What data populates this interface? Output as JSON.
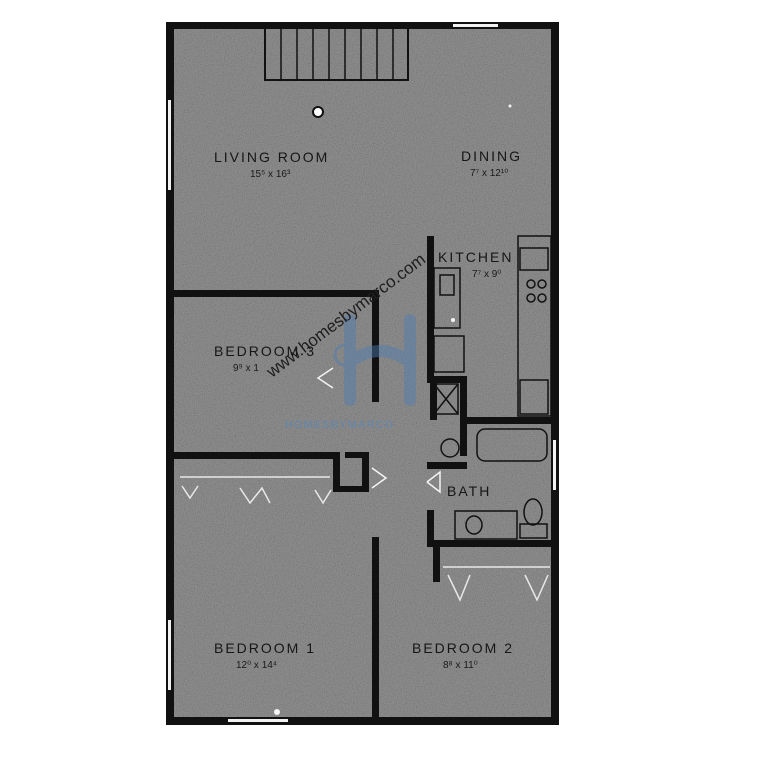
{
  "plan": {
    "rooms": [
      {
        "id": "living-room",
        "name": "LIVING ROOM",
        "dims": "15⁵ x 16³"
      },
      {
        "id": "dining",
        "name": "DINING",
        "dims": "7⁷ x 12¹⁰"
      },
      {
        "id": "kitchen",
        "name": "KITCHEN",
        "dims": "7⁷ x 9⁰"
      },
      {
        "id": "bedroom-3",
        "name": "BEDROOM 3",
        "dims": "9⁹ x 1"
      },
      {
        "id": "bath",
        "name": "BATH"
      },
      {
        "id": "bedroom-1",
        "name": "BEDROOM 1",
        "dims": "12⁰ x 14⁴"
      },
      {
        "id": "bedroom-2",
        "name": "BEDROOM 2",
        "dims": "8⁸ x 11⁰"
      }
    ]
  },
  "watermark": {
    "url": "www.homesbymarco.com",
    "brand": "HOMESBYMARCO",
    "logo_color": "#4d7db3"
  },
  "colors": {
    "floor": "#8b8b8b",
    "wall": "#111111",
    "paper": "#ffffff"
  }
}
